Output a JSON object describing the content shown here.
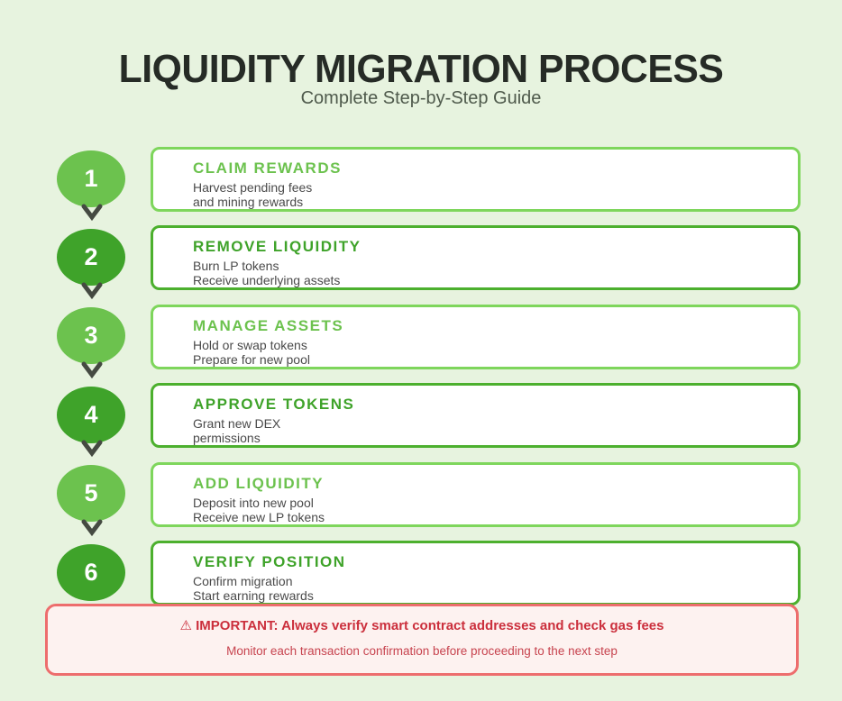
{
  "page": {
    "title": "LIQUIDITY MIGRATION PROCESS",
    "subtitle": "Complete Step-by-Step Guide"
  },
  "colors": {
    "background": "#e7f3df",
    "green_light": "#6cc24e",
    "green_light_border": "#7ed65c",
    "green_dark": "#3fa32a",
    "green_dark_border": "#4cb02e",
    "card_background": "#ffffff",
    "description_text": "#4a4a4a",
    "warning_background": "#fdf2f0",
    "warning_border": "#ed6d6d",
    "warning_text": "#cb2f3c",
    "arrow": "#454a42"
  },
  "steps": [
    {
      "number": "1",
      "variant": "light",
      "title": "CLAIM REWARDS",
      "line1": "Harvest pending fees",
      "line2": "and mining rewards"
    },
    {
      "number": "2",
      "variant": "dark",
      "title": "REMOVE LIQUIDITY",
      "line1": "Burn LP tokens",
      "line2": "Receive underlying assets"
    },
    {
      "number": "3",
      "variant": "light",
      "title": "MANAGE ASSETS",
      "line1": "Hold or swap tokens",
      "line2": "Prepare for new pool"
    },
    {
      "number": "4",
      "variant": "dark",
      "title": "APPROVE TOKENS",
      "line1": "Grant new DEX",
      "line2": "permissions"
    },
    {
      "number": "5",
      "variant": "light",
      "title": "ADD LIQUIDITY",
      "line1": "Deposit into new pool",
      "line2": "Receive new LP tokens"
    },
    {
      "number": "6",
      "variant": "dark",
      "title": "VERIFY POSITION",
      "line1": "Confirm migration",
      "line2": "Start earning rewards"
    }
  ],
  "warning": {
    "icon": "⚠",
    "title": "IMPORTANT: Always verify smart contract addresses and check gas fees",
    "subtitle": "Monitor each transaction confirmation before proceeding to the next step"
  }
}
